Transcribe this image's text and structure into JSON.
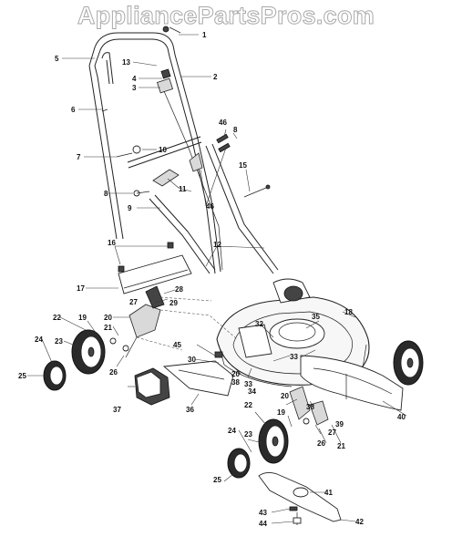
{
  "watermark": "AppliancePartsPros.com",
  "callouts": [
    "1",
    "2",
    "3",
    "4",
    "5",
    "6",
    "7",
    "8",
    "8",
    "9",
    "10",
    "11",
    "12",
    "13",
    "15",
    "16",
    "17",
    "18",
    "19",
    "19",
    "20",
    "20",
    "20",
    "21",
    "21",
    "22",
    "22",
    "23",
    "23",
    "24",
    "24",
    "25",
    "25",
    "26",
    "26",
    "27",
    "27",
    "28",
    "29",
    "30",
    "32",
    "33",
    "33",
    "34",
    "35",
    "36",
    "37",
    "38",
    "38",
    "39",
    "40",
    "41",
    "42",
    "43",
    "44",
    "45",
    "46",
    "46"
  ]
}
